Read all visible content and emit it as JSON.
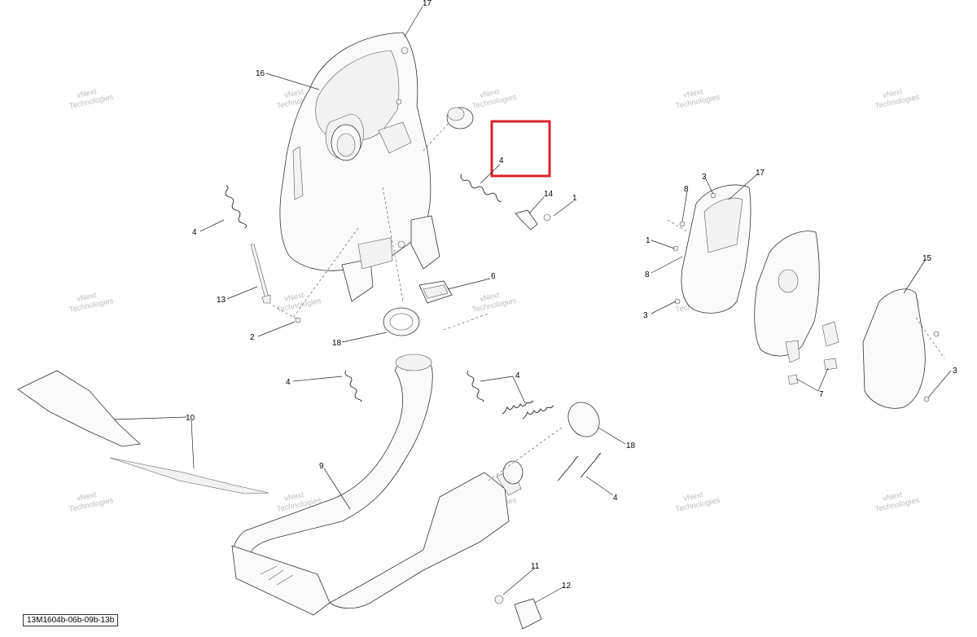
{
  "reference_code": "13M1604b-06b-09b-13b",
  "watermark_text": [
    "vNext",
    "Technologies"
  ],
  "highlight_color": "#d9232e",
  "callouts": {
    "c17a": "17",
    "c16": "16",
    "c4_highlight": "4",
    "c14": "14",
    "c1a": "1",
    "c4_left": "4",
    "c13": "13",
    "c2": "2",
    "c6": "6",
    "c18a": "18",
    "c4_mid": "4",
    "c4_right": "4",
    "c10": "10",
    "c18b": "18",
    "c9": "9",
    "c4_lower": "4",
    "c11": "11",
    "c12": "12",
    "c3a": "3",
    "c17b": "17",
    "c8a": "8",
    "c1b": "1",
    "c8b": "8",
    "c3b": "3",
    "c15": "15",
    "c7": "7",
    "c3c": "3"
  }
}
